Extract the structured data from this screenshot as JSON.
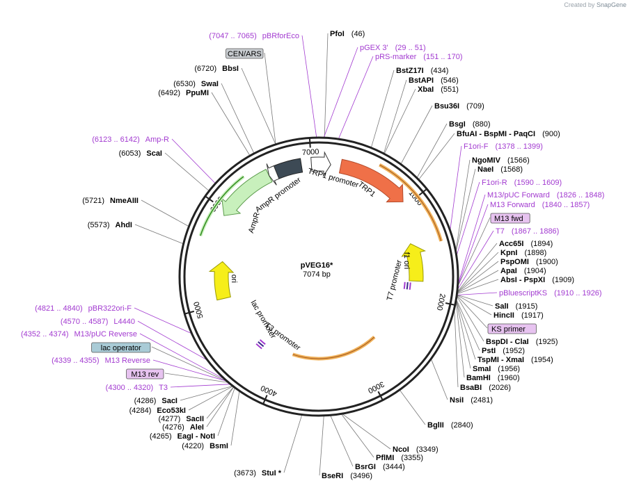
{
  "credit": {
    "prefix": "Created by",
    "brand": "SnapGene"
  },
  "plasmid": {
    "name": "pVEG16*",
    "length_label": "7074 bp",
    "length": 7074
  },
  "ticks": [
    "1000",
    "2000",
    "3000",
    "4000",
    "5000",
    "6000",
    "7000"
  ],
  "features": [
    {
      "name": "TRP1 promoter",
      "kind": "promoter"
    },
    {
      "name": "TRP1",
      "kind": "gene"
    },
    {
      "name": "f1 ori",
      "kind": "ori"
    },
    {
      "name": "T7 promoter",
      "kind": "promoter"
    },
    {
      "name": "lac promoter",
      "kind": "promoter"
    },
    {
      "name": "T3 promoter",
      "kind": "promoter"
    },
    {
      "name": "ori",
      "kind": "ori"
    },
    {
      "name": "AmpR",
      "kind": "gene"
    },
    {
      "name": "AmpR promoter",
      "kind": "promoter"
    }
  ],
  "colors": {
    "backbone": "#222222",
    "primer": "#a23ad0",
    "trp1": "#ef7048",
    "ori": "#f6ee1a",
    "ampr": "#c8f0bc",
    "cen": "#3d4a55",
    "orange_arc": "#f0b25a",
    "green_arc": "#2f8a1c",
    "label_box_grey": "#c9cdd1",
    "label_box_blue": "#a9cbd6",
    "label_box_pink": "#e7c3f0"
  },
  "labels_left": [
    {
      "pos": "(7047 .. 7065)",
      "name": "pBRforEco",
      "purple": true
    },
    {
      "box": "CEN/ARS",
      "style": "grey"
    },
    {
      "pos": "(6720)",
      "name": "BbsI"
    },
    {
      "pos": "(6530)",
      "name": "SwaI"
    },
    {
      "pos": "(6492)",
      "name": "PpuMI"
    },
    {
      "pos": "(6123 .. 6142)",
      "name": "Amp-R",
      "purple": true
    },
    {
      "pos": "(6053)",
      "name": "ScaI"
    },
    {
      "pos": "(5721)",
      "name": "NmeAIII"
    },
    {
      "pos": "(5573)",
      "name": "AhdI"
    },
    {
      "pos": "(4821 .. 4840)",
      "name": "pBR322ori-F",
      "purple": true
    },
    {
      "pos": "(4570 .. 4587)",
      "name": "L4440",
      "purple": true
    },
    {
      "pos": "(4352 .. 4374)",
      "name": "M13/pUC Reverse",
      "purple": true
    },
    {
      "box": "lac operator",
      "style": "blue"
    },
    {
      "pos": "(4339 .. 4355)",
      "name": "M13 Reverse",
      "purple": true
    },
    {
      "box": "M13 rev",
      "style": "pink"
    },
    {
      "pos": "(4300 .. 4320)",
      "name": "T3",
      "purple": true
    },
    {
      "pos": "(4286)",
      "name": "SacI"
    },
    {
      "pos": "(4284)",
      "name": "Eco53kI"
    },
    {
      "pos": "(4277)",
      "name": "SacII"
    },
    {
      "pos": "(4276)",
      "name": "AleI"
    },
    {
      "pos": "(4265)",
      "name": "EagI - NotI"
    },
    {
      "pos": "(4220)",
      "name": "BsmI"
    },
    {
      "pos": "(3673)",
      "name": "StuI *"
    }
  ],
  "labels_right": [
    {
      "name": "PfoI",
      "pos": "(46)"
    },
    {
      "name": "pGEX 3'",
      "pos": "(29 .. 51)",
      "purple": true
    },
    {
      "name": "pRS-marker",
      "pos": "(151 .. 170)",
      "purple": true
    },
    {
      "name": "BstZ17I",
      "pos": "(434)"
    },
    {
      "name": "BstAPI",
      "pos": "(546)"
    },
    {
      "name": "XbaI",
      "pos": "(551)"
    },
    {
      "name": "Bsu36I",
      "pos": "(709)"
    },
    {
      "name": "BsgI",
      "pos": "(880)"
    },
    {
      "name": "BfuAI - BspMI - PaqCI",
      "pos": "(900)"
    },
    {
      "name": "F1ori-F",
      "pos": "(1378 .. 1399)",
      "purple": true
    },
    {
      "name": "NgoMIV",
      "pos": "(1566)"
    },
    {
      "name": "NaeI",
      "pos": "(1568)"
    },
    {
      "name": "F1ori-R",
      "pos": "(1590 .. 1609)",
      "purple": true
    },
    {
      "name": "M13/pUC Forward",
      "pos": "(1826 .. 1848)",
      "purple": true
    },
    {
      "name": "M13 Forward",
      "pos": "(1840 .. 1857)",
      "purple": true
    },
    {
      "box": "M13 fwd",
      "style": "pink"
    },
    {
      "name": "T7",
      "pos": "(1867 .. 1886)",
      "purple": true
    },
    {
      "name": "Acc65I",
      "pos": "(1894)"
    },
    {
      "name": "KpnI",
      "pos": "(1898)"
    },
    {
      "name": "PspOMI",
      "pos": "(1900)"
    },
    {
      "name": "ApaI",
      "pos": "(1904)"
    },
    {
      "name": "AbsI - PspXI",
      "pos": "(1909)"
    },
    {
      "name": "pBluescriptKS",
      "pos": "(1910 .. 1926)",
      "purple": true
    },
    {
      "name": "SalI",
      "pos": "(1915)"
    },
    {
      "name": "HincII",
      "pos": "(1917)"
    },
    {
      "box": "KS primer",
      "style": "pink"
    },
    {
      "name": "BspDI - ClaI",
      "pos": "(1925)"
    },
    {
      "name": "PstI",
      "pos": "(1952)"
    },
    {
      "name": "TspMI - XmaI",
      "pos": "(1954)"
    },
    {
      "name": "SmaI",
      "pos": "(1956)"
    },
    {
      "name": "BamHI",
      "pos": "(1960)"
    },
    {
      "name": "BsaBI",
      "pos": "(2026)"
    },
    {
      "name": "NsiI",
      "pos": "(2481)"
    },
    {
      "name": "BglII",
      "pos": "(2840)"
    },
    {
      "name": "NcoI",
      "pos": "(3349)"
    },
    {
      "name": "PflMI",
      "pos": "(3355)"
    },
    {
      "name": "BsrGI",
      "pos": "(3444)"
    },
    {
      "name": "BseRI",
      "pos": "(3496)"
    }
  ]
}
